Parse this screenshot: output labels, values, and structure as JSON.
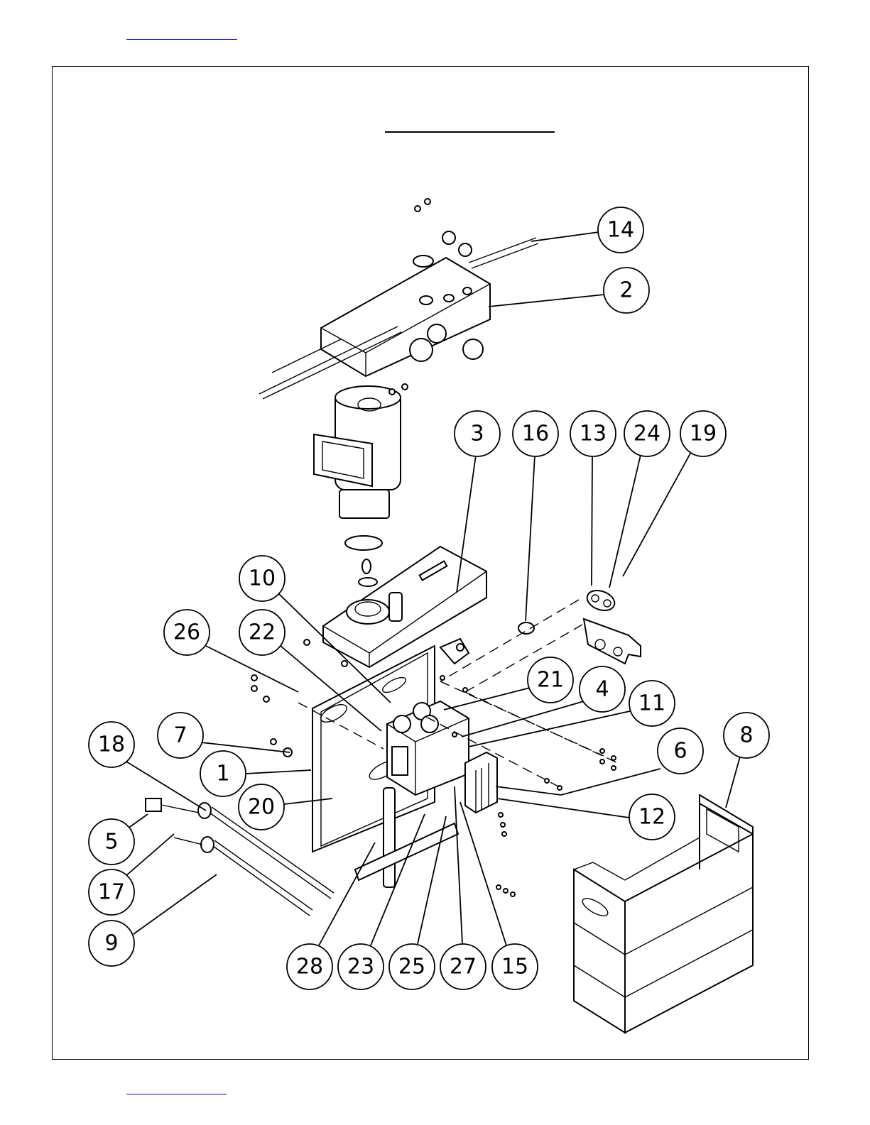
{
  "page": {
    "header_link_text": "",
    "footer_link_text": "",
    "title": ""
  },
  "colors": {
    "link": "#0000ff",
    "line": "#000000",
    "paper": "#ffffff"
  },
  "balloons": [
    {
      "id": "14",
      "label": "14"
    },
    {
      "id": "2",
      "label": "2"
    },
    {
      "id": "3",
      "label": "3"
    },
    {
      "id": "16",
      "label": "16"
    },
    {
      "id": "13",
      "label": "13"
    },
    {
      "id": "24",
      "label": "24"
    },
    {
      "id": "19",
      "label": "19"
    },
    {
      "id": "10",
      "label": "10"
    },
    {
      "id": "26",
      "label": "26"
    },
    {
      "id": "22",
      "label": "22"
    },
    {
      "id": "21",
      "label": "21"
    },
    {
      "id": "4",
      "label": "4"
    },
    {
      "id": "11",
      "label": "11"
    },
    {
      "id": "8",
      "label": "8"
    },
    {
      "id": "7",
      "label": "7"
    },
    {
      "id": "18",
      "label": "18"
    },
    {
      "id": "6",
      "label": "6"
    },
    {
      "id": "1",
      "label": "1"
    },
    {
      "id": "20",
      "label": "20"
    },
    {
      "id": "12",
      "label": "12"
    },
    {
      "id": "5",
      "label": "5"
    },
    {
      "id": "17",
      "label": "17"
    },
    {
      "id": "9",
      "label": "9"
    },
    {
      "id": "28",
      "label": "28"
    },
    {
      "id": "23",
      "label": "23"
    },
    {
      "id": "25",
      "label": "25"
    },
    {
      "id": "27",
      "label": "27"
    },
    {
      "id": "15",
      "label": "15"
    }
  ]
}
